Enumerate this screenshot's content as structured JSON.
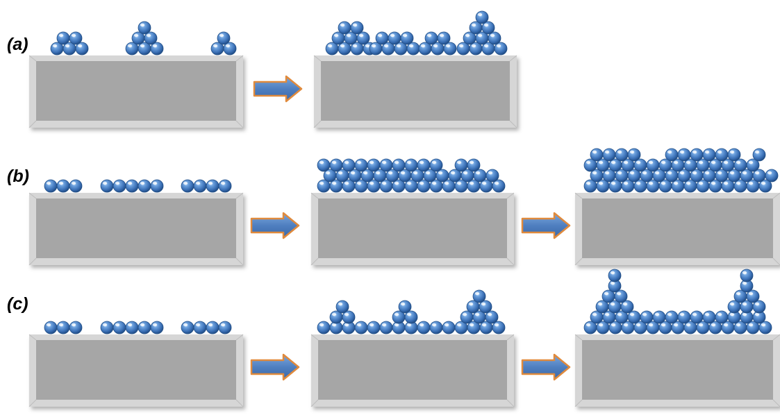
{
  "rows": [
    {
      "key": "a",
      "label": "(a)"
    },
    {
      "key": "b",
      "label": "(b)"
    },
    {
      "key": "c",
      "label": "(c)"
    }
  ],
  "colors": {
    "substrate": "#a6a6a6",
    "substrate_edge": "#d6d6d6",
    "sphere": "#4a82c8",
    "sphere_dark": "#224f86",
    "arrow_fill": "#4f7fc0",
    "arrow_outline": "#e08a3c"
  },
  "stage_counts": {
    "a": [
      2,
      2
    ],
    "b": [
      3,
      3
    ],
    "c": [
      3,
      3
    ]
  },
  "icons": {
    "sphere": "nanoparticle-sphere",
    "arrow": "right-arrow-icon",
    "substrate": "substrate-block"
  }
}
